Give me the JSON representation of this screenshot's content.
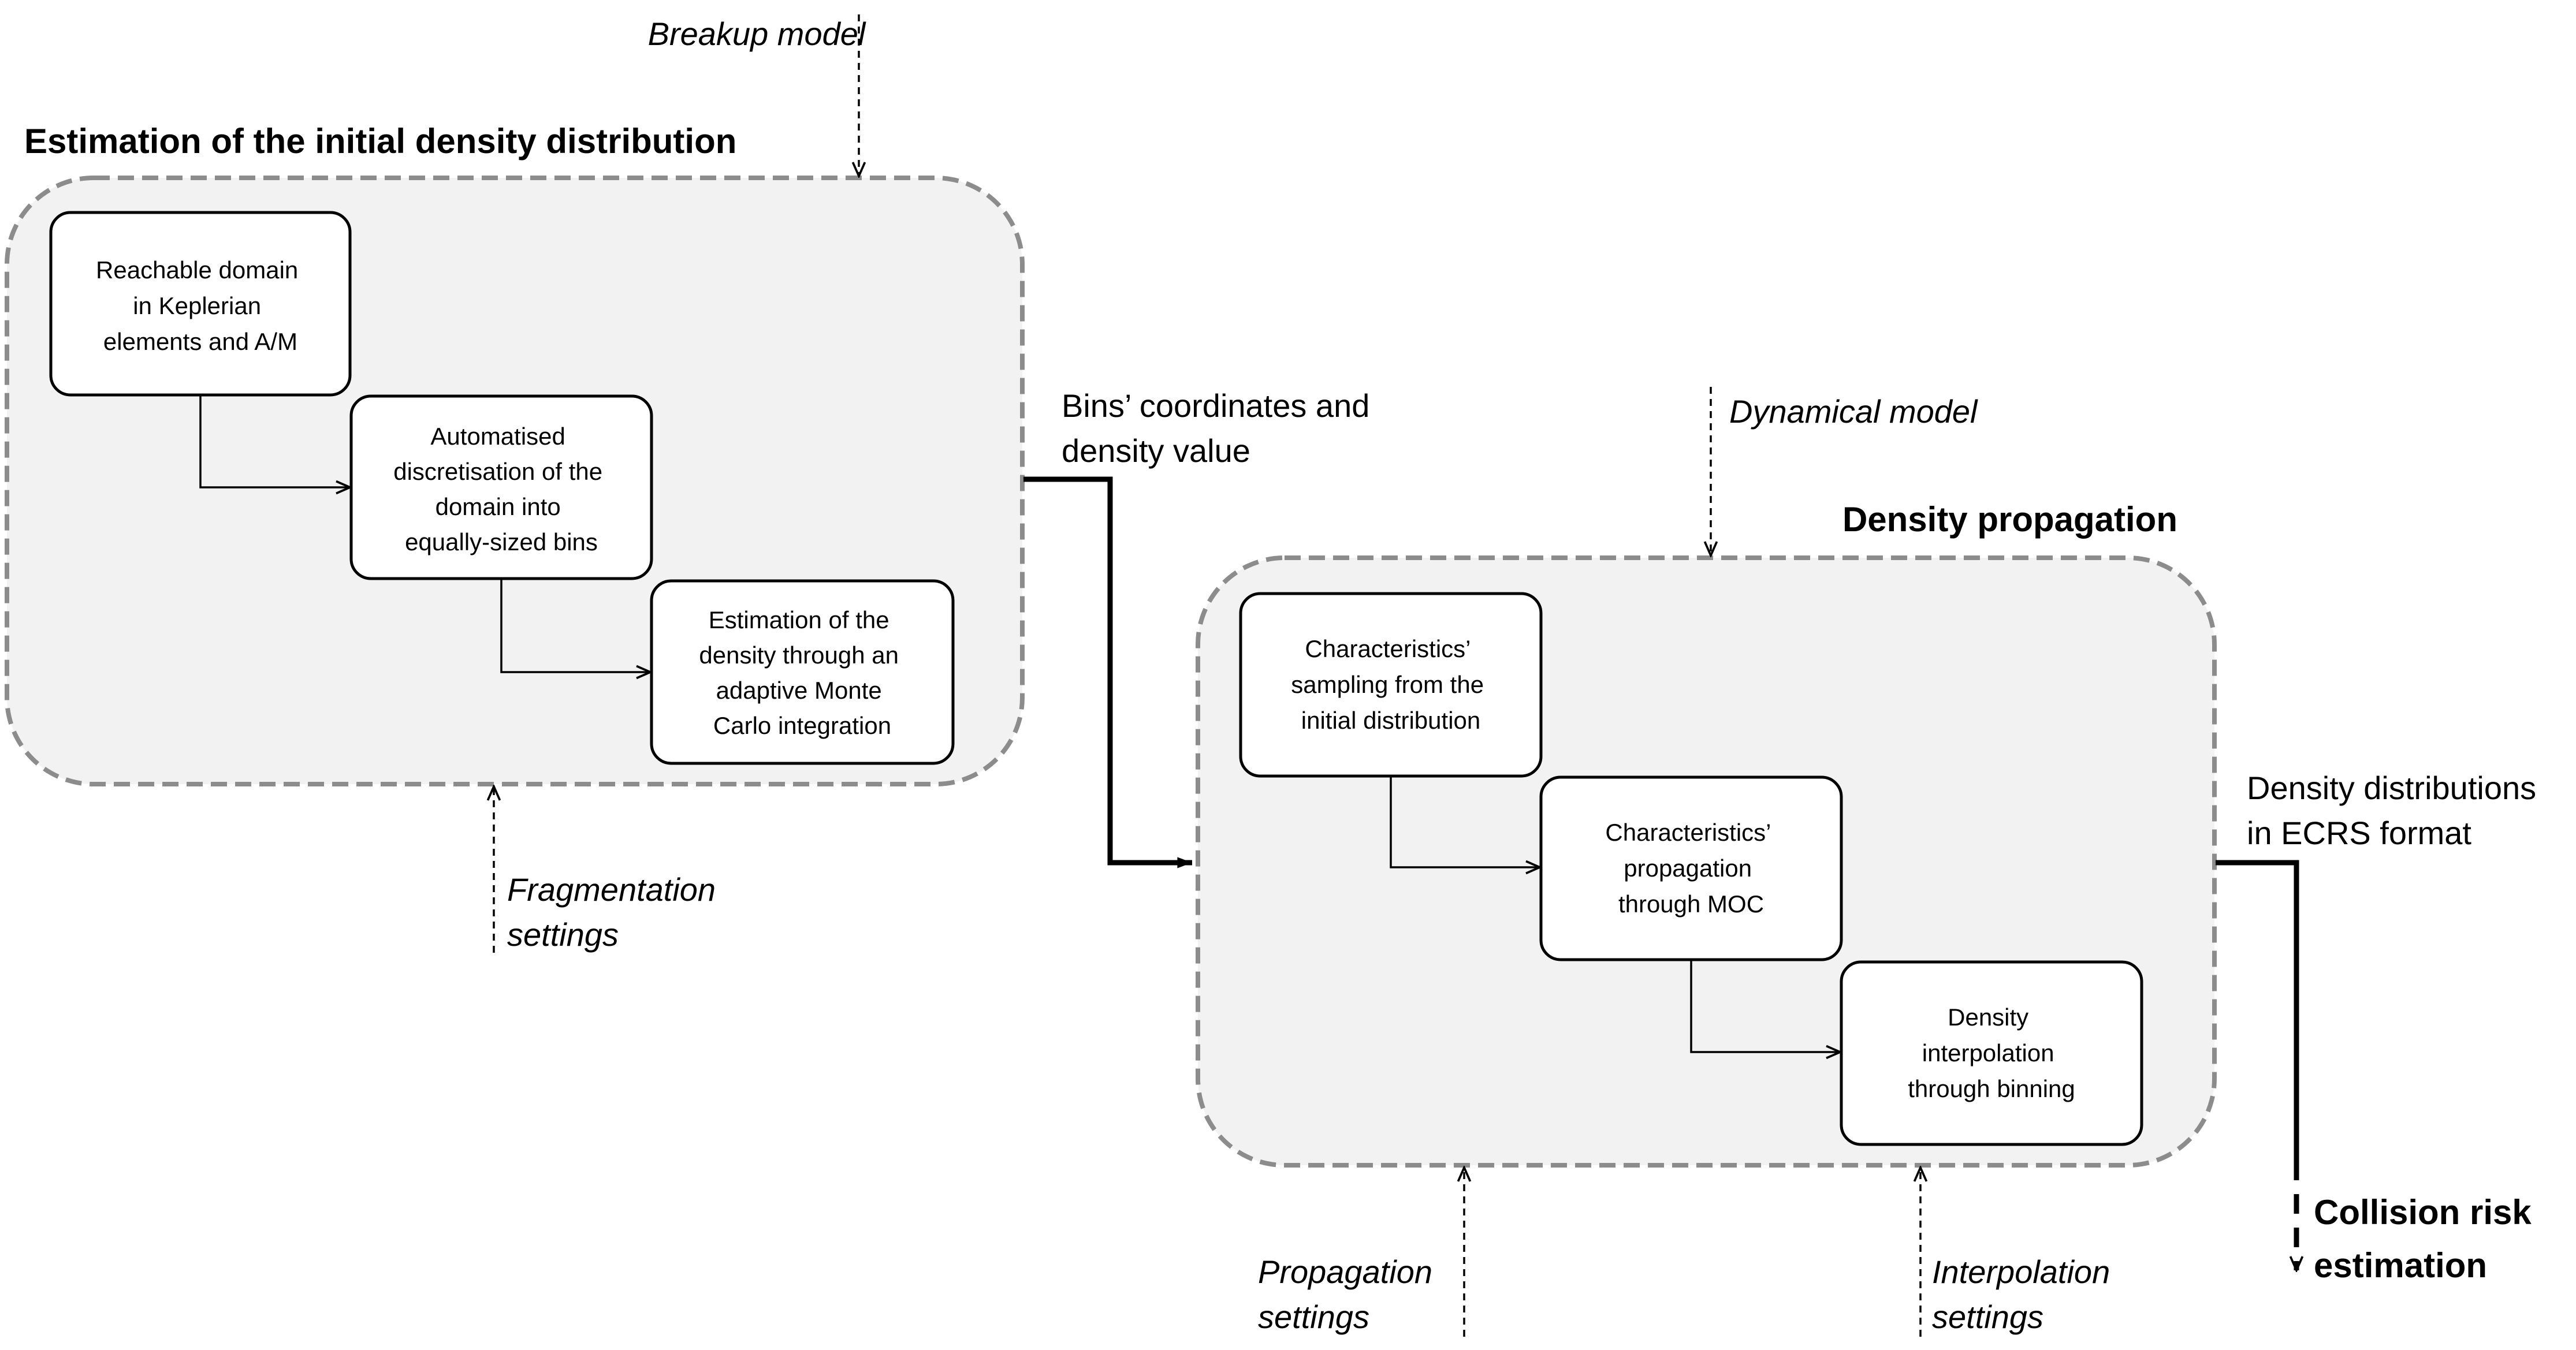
{
  "estimation_group": {
    "title": "Estimation of the initial density distribution",
    "steps": [
      [
        "Reachable domain",
        "in Keplerian",
        "elements and A/M"
      ],
      [
        "Automatised",
        "discretisation of the",
        "domain into",
        "equally-sized bins"
      ],
      [
        "Estimation of the",
        "density through an",
        "adaptive Monte",
        "Carlo integration"
      ]
    ]
  },
  "propagation_group": {
    "title": "Density propagation",
    "steps": [
      [
        "Characteristics’",
        "sampling from the",
        "initial distribution"
      ],
      [
        "Characteristics’",
        "propagation",
        "through MOC"
      ],
      [
        "Density",
        "interpolation",
        "through binning"
      ]
    ]
  },
  "inputs": {
    "breakup_model": "Breakup model",
    "fragmentation_settings": [
      "Fragmentation",
      "settings"
    ],
    "dynamical_model": "Dynamical  model",
    "propagation_settings": [
      "Propagation",
      "settings"
    ],
    "interpolation_settings": [
      "Interpolation",
      "settings"
    ]
  },
  "outputs": {
    "bins_output": [
      "Bins’ coordinates and",
      "density value"
    ],
    "density_output": [
      "Density distributions",
      "in ECRS format"
    ],
    "final": [
      "Collision risk",
      "estimation"
    ]
  }
}
